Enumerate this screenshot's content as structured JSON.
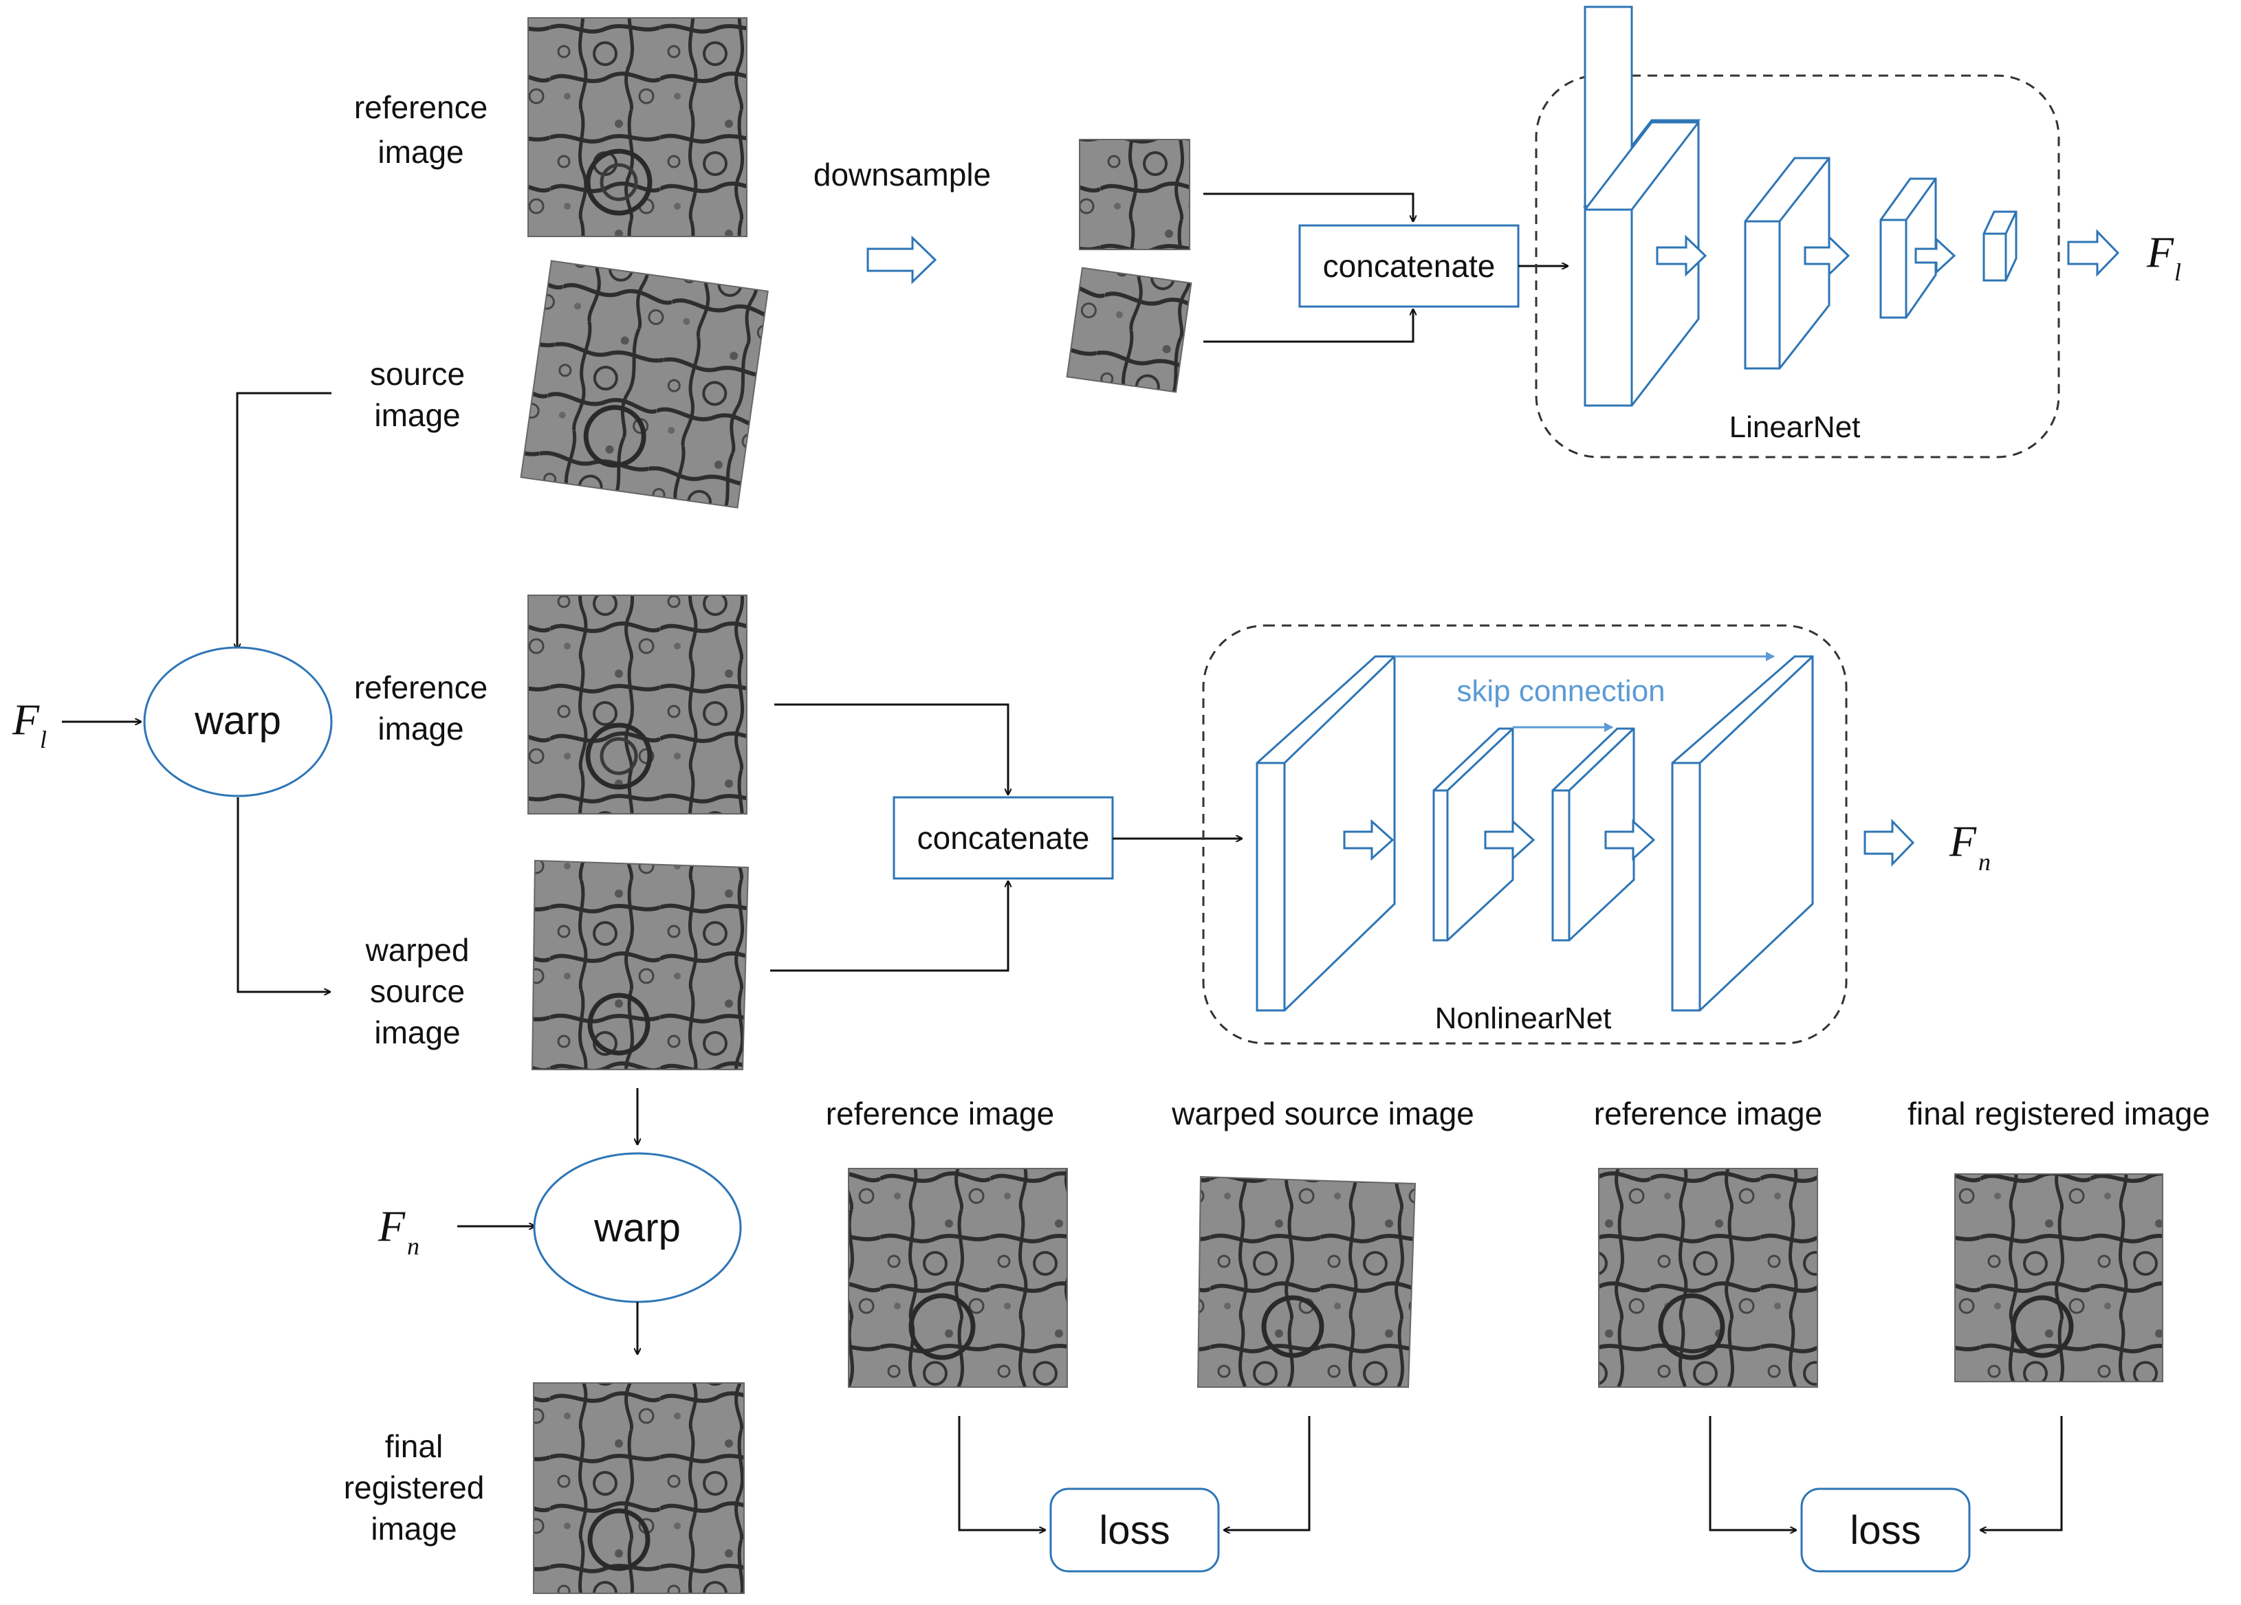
{
  "top_section": {
    "reference_label": [
      "reference",
      "image"
    ],
    "source_label": [
      "source",
      "image"
    ],
    "downsample_label": "downsample",
    "concatenate_label": "concatenate",
    "network_label": "LinearNet",
    "output_symbol": "F",
    "output_subscript": "l"
  },
  "middle_section": {
    "input_symbol": "F",
    "input_subscript": "l",
    "warp_label": "warp",
    "reference_label": [
      "reference",
      "image"
    ],
    "warped_source_label": [
      "warped",
      "source",
      "image"
    ],
    "concatenate_label": "concatenate",
    "skip_connection_label": "skip connection",
    "network_label": "NonlinearNet",
    "output_symbol": "F",
    "output_subscript": "n"
  },
  "bottom_section": {
    "input_symbol": "F",
    "input_subscript": "n",
    "warp_label": "warp",
    "final_label": [
      "final",
      "registered",
      "image"
    ],
    "loss_pair_1": {
      "left_label": "reference image",
      "right_label": "warped source image",
      "loss_label": "loss"
    },
    "loss_pair_2": {
      "left_label": "reference image",
      "right_label": "final registered image",
      "loss_label": "loss"
    }
  },
  "colors": {
    "network_blue": "#2e75b6",
    "skip_blue": "#5b9bd5",
    "tissue_fill": "#8a8a8a",
    "membrane": "#2f2f2f"
  }
}
